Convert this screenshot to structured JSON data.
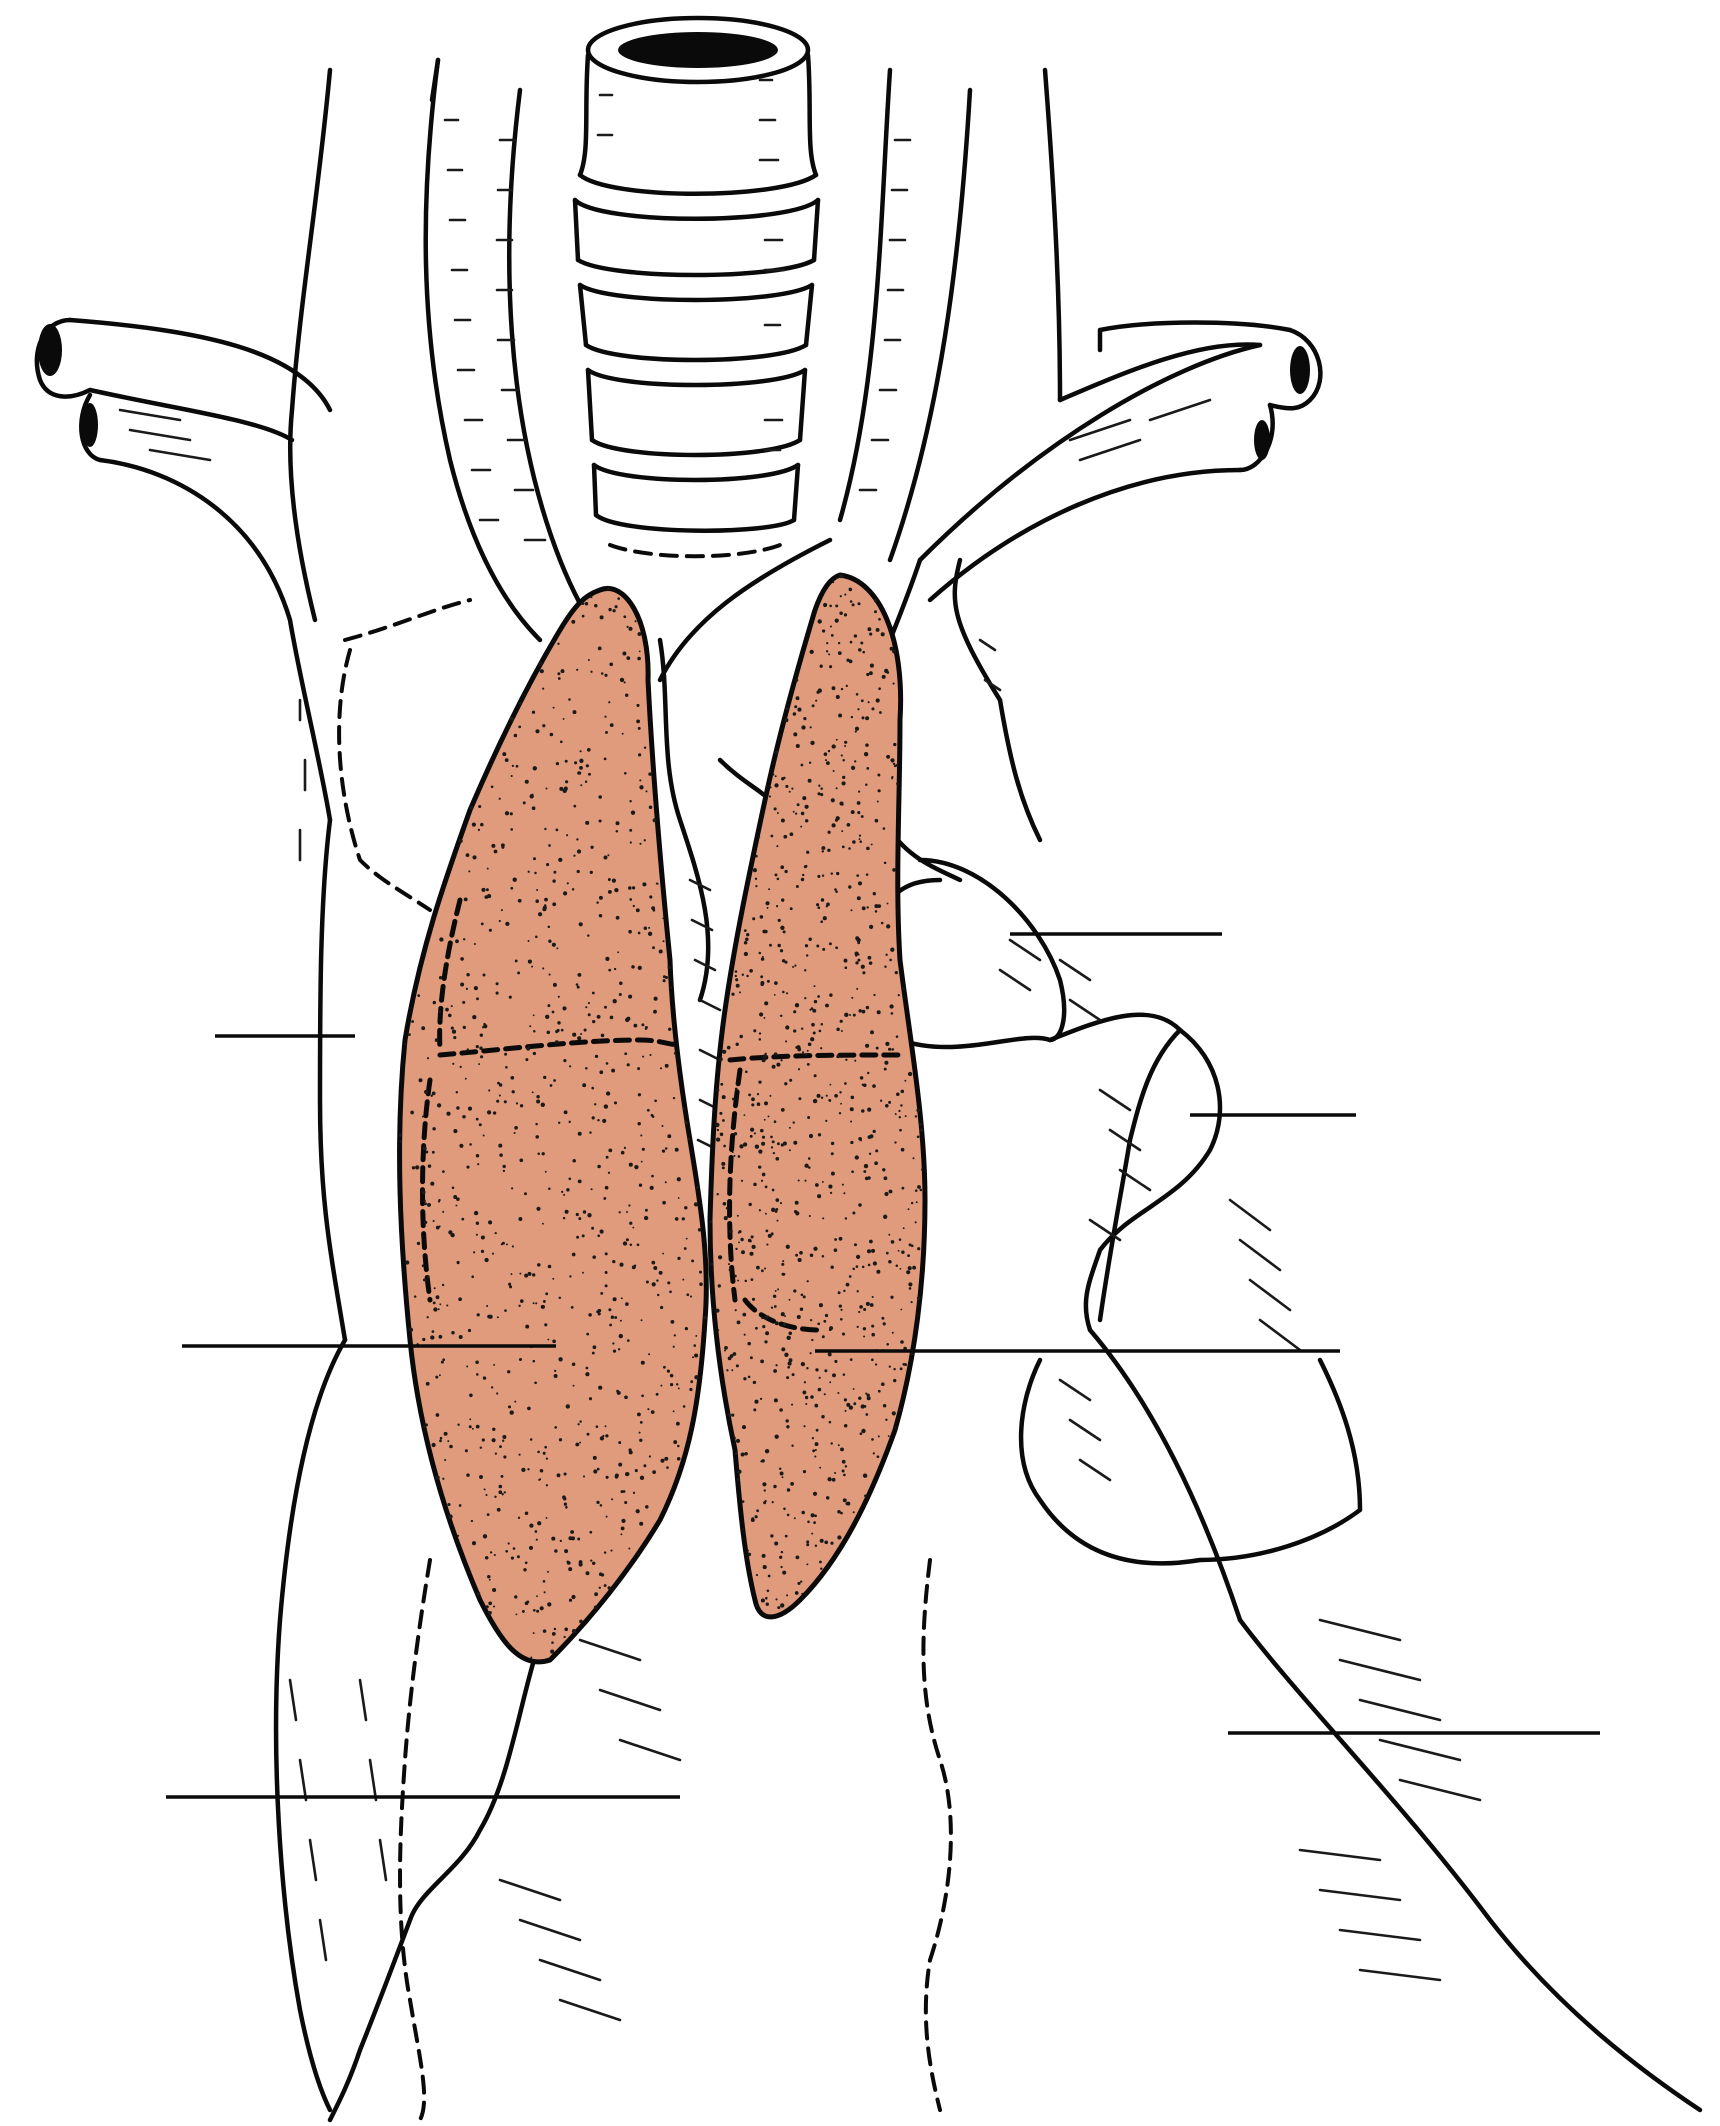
{
  "figure": {
    "subject": "thymus",
    "thymus_color": "#df9b7b",
    "ink_color": "#0a0a0a",
    "background": "#ffffff"
  },
  "labels": [
    {
      "id": "leader-left-upper",
      "text": ""
    },
    {
      "id": "leader-left-middle",
      "text": ""
    },
    {
      "id": "leader-left-lower",
      "text": ""
    },
    {
      "id": "leader-right-1",
      "text": ""
    },
    {
      "id": "leader-right-2",
      "text": ""
    },
    {
      "id": "leader-right-3",
      "text": ""
    },
    {
      "id": "leader-right-4",
      "text": ""
    }
  ]
}
